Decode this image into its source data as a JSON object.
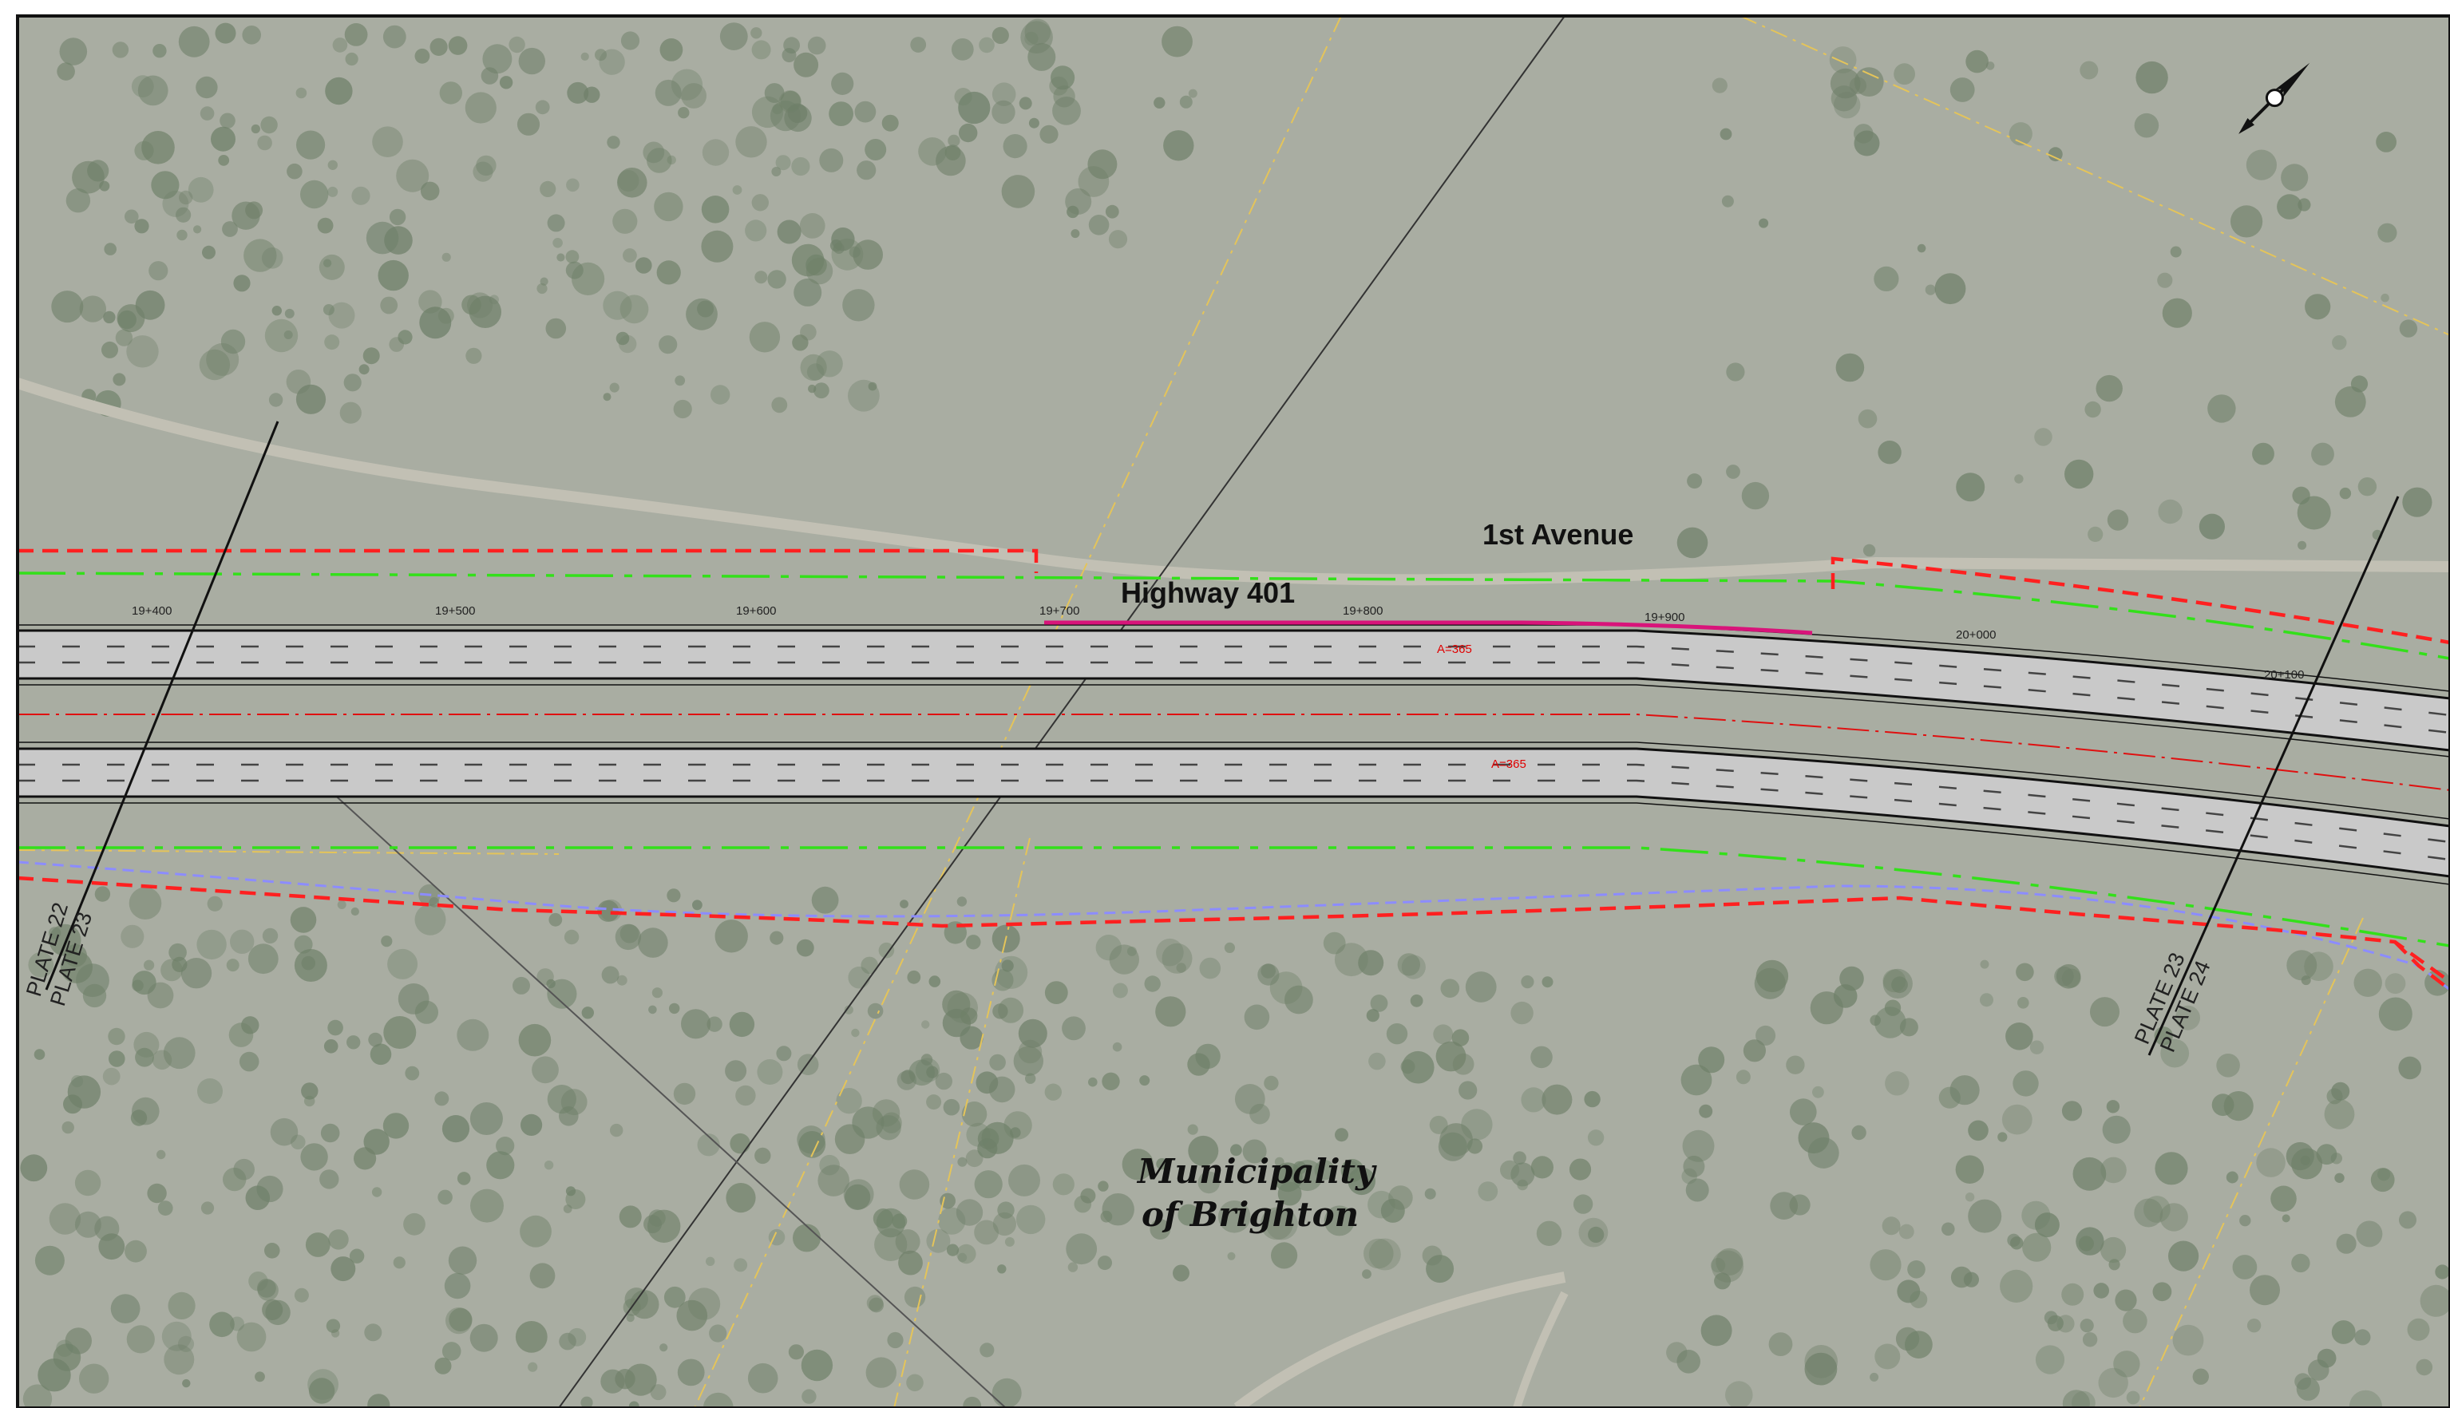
{
  "map": {
    "labels": {
      "first_avenue": "1st Avenue",
      "highway": "Highway 401",
      "municipality_line1": "Municipality",
      "municipality_line2": "of  Brighton"
    },
    "chainages": [
      "19+400",
      "19+500",
      "19+600",
      "19+700",
      "19+800",
      "19+900",
      "20+000",
      "20+100"
    ],
    "curve_radius_labels": [
      "A=365",
      "A=365"
    ],
    "plate_labels": {
      "left_upper": "PLATE 22",
      "left_lower": "PLATE 23",
      "right_upper": "PLATE 23",
      "right_lower": "PLATE 24"
    },
    "north_arrow_icon": "north-arrow-icon",
    "colors": {
      "terrain": "#a9ada2",
      "vegetation": "#6f8069",
      "pavement": "#c9c9c9",
      "property_line": "#ff2020",
      "right_of_way": "#33e01a",
      "study_boundary": "#8c8cff",
      "highlight": "#d8147a",
      "gravel_road": "#c2c0b4",
      "utility_line": "#e4c45a"
    }
  }
}
